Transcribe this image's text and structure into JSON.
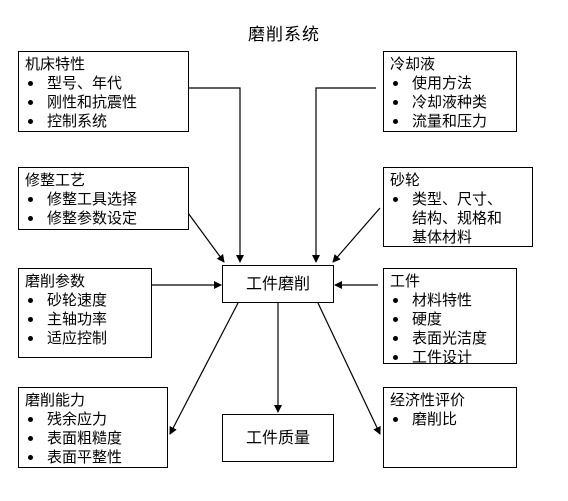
{
  "title": "磨削系统",
  "center": "工件磨削",
  "bottom": "工件质量",
  "boxes": {
    "machine": {
      "head": "机床特性",
      "items": [
        "型号、年代",
        "刚性和抗震性",
        "控制系统"
      ]
    },
    "dressing": {
      "head": "修整工艺",
      "items": [
        "修整工具选择",
        "修整参数设定"
      ]
    },
    "params": {
      "head": "磨削参数",
      "items": [
        "砂轮速度",
        "主轴功率",
        "适应控制"
      ]
    },
    "ability": {
      "head": "磨削能力",
      "items": [
        "残余应力",
        "表面粗糙度",
        "表面平整性"
      ]
    },
    "coolant": {
      "head": "冷却液",
      "items": [
        "使用方法",
        "冷却液种类",
        "流量和压力"
      ]
    },
    "wheel": {
      "head": "砂轮",
      "items": [
        "类型、尺寸、",
        "结构、规格和",
        "基体材料"
      ]
    },
    "workpiece": {
      "head": "工件",
      "items": [
        "材料特性",
        "硬度",
        "表面光洁度",
        "工件设计"
      ]
    },
    "economy": {
      "head": "经济性评价",
      "items": [
        "磨削比"
      ]
    }
  }
}
